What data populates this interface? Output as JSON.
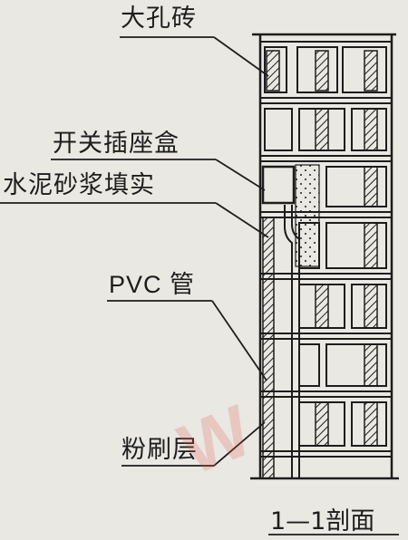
{
  "labels": {
    "large_hole_brick": "大孔砖",
    "switch_socket_box": "开关插座盒",
    "cement_mortar_fill": "水泥砂浆填实",
    "pvc_pipe": "PVC 管",
    "plaster_layer": "粉刷层"
  },
  "section_title": "1—1剖面",
  "colors": {
    "background": "#e9e8e2",
    "ink": "#1d1d1d",
    "watermark": "#e2574c"
  }
}
